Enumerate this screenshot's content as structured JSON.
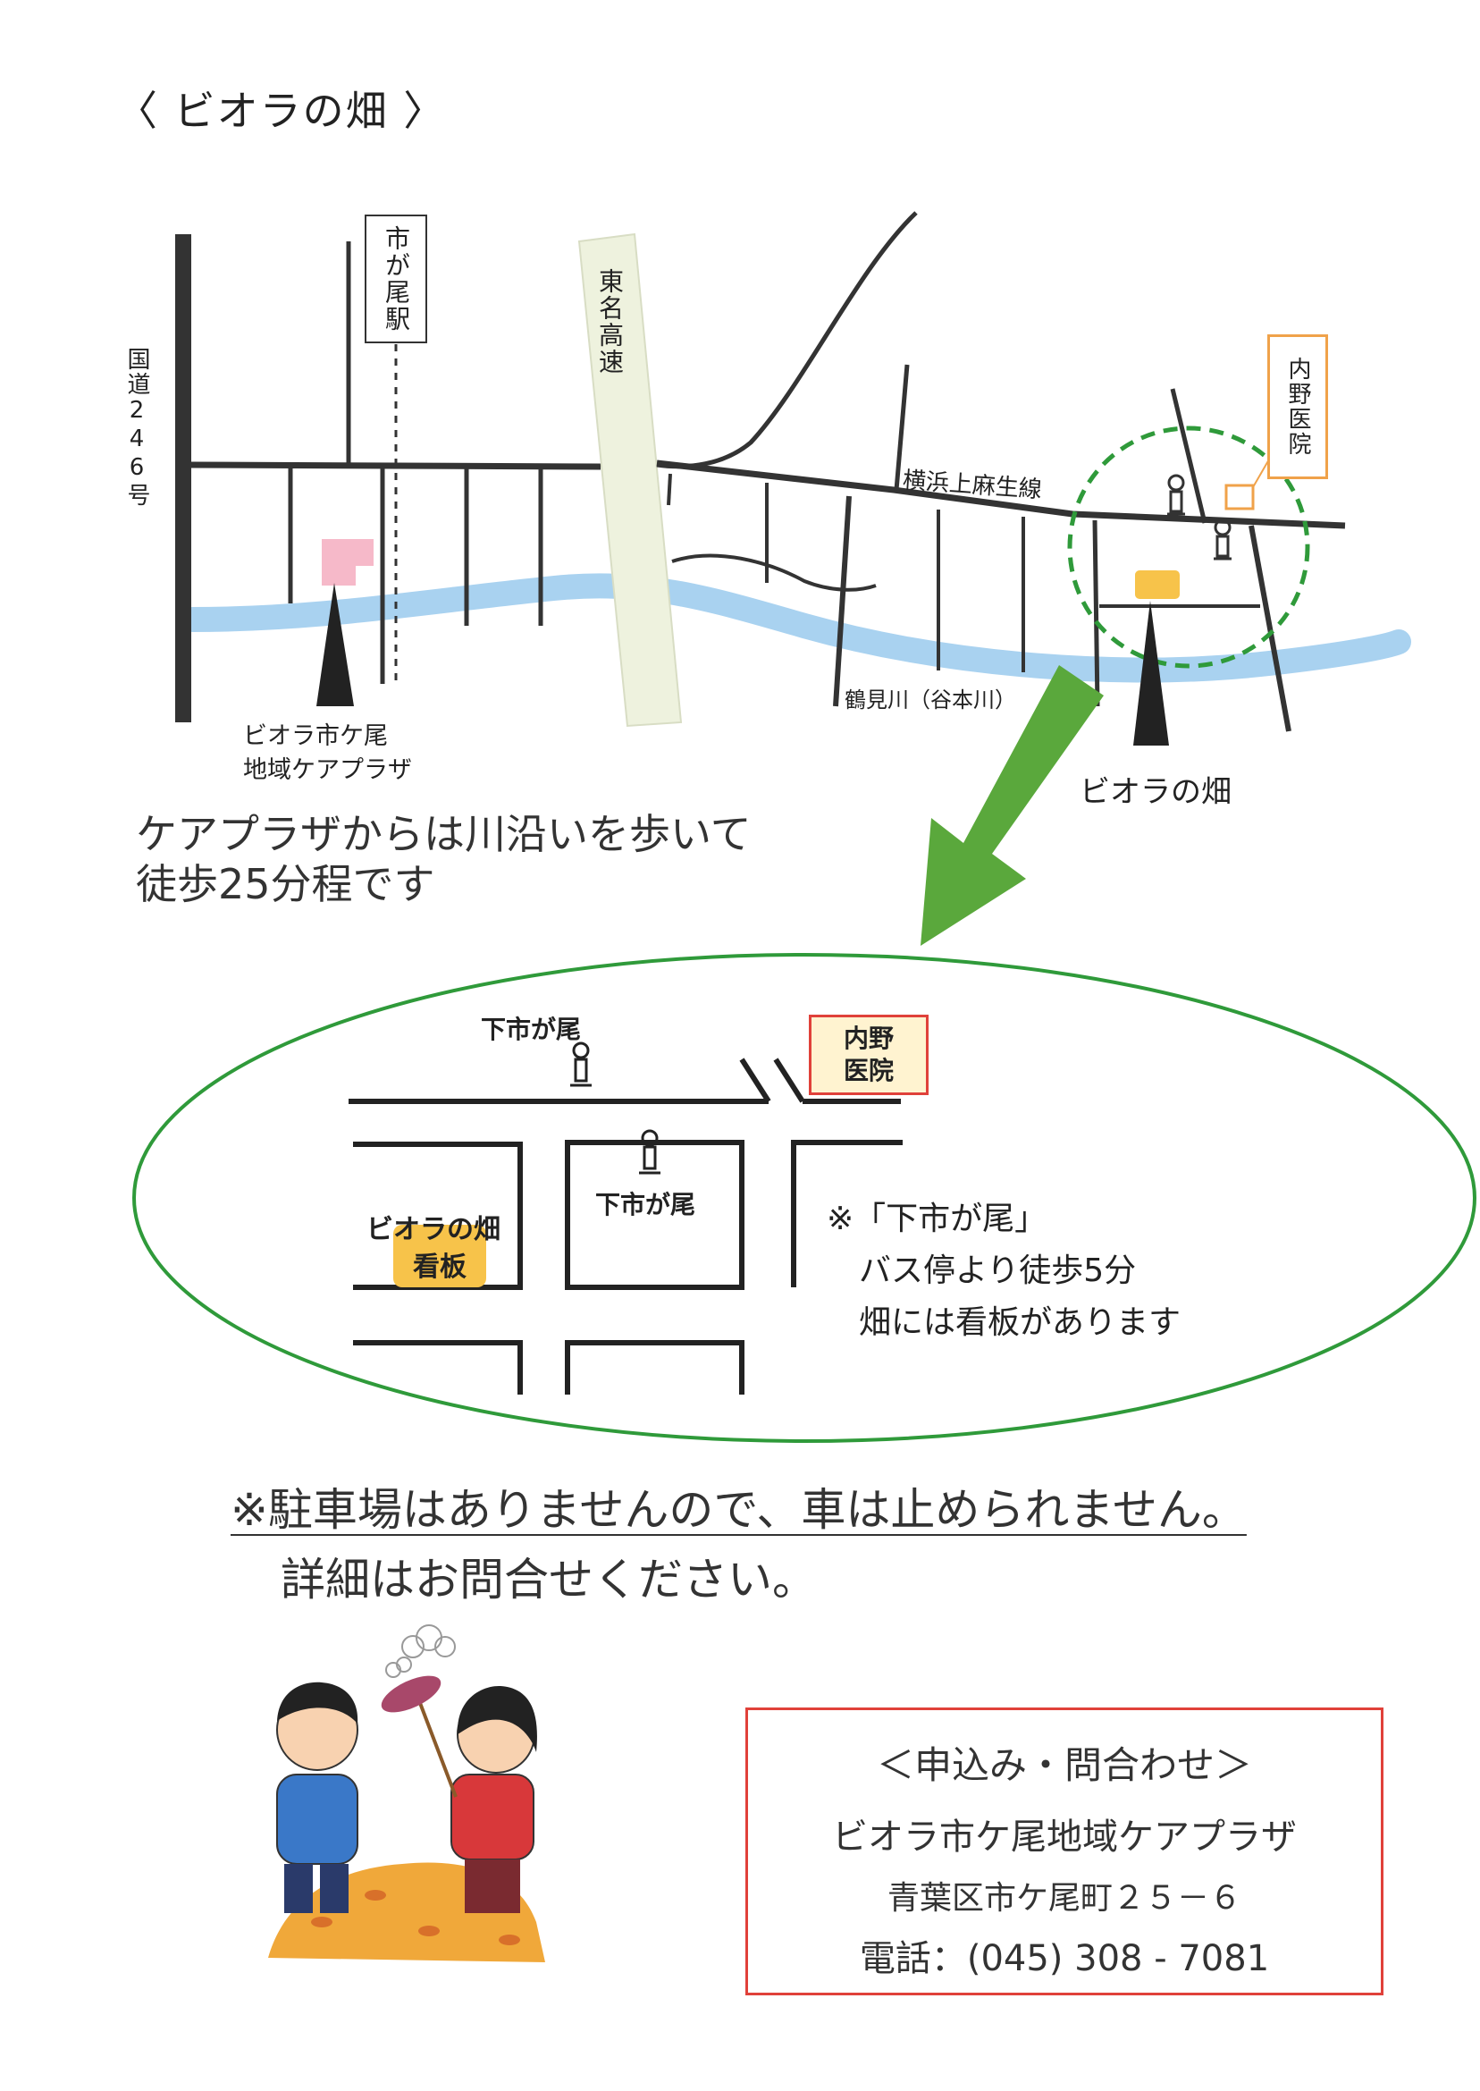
{
  "title": "〈 ビオラの畑 〉",
  "map": {
    "station": "市が尾駅",
    "highway": "東名高速",
    "route246": "国道246号",
    "road_yokohama": "横浜上麻生線",
    "river": "鶴見川（谷本川）",
    "clinic": "内野医院",
    "care_plaza": [
      "ビオラ市ケ尾",
      "地域ケアプラザ"
    ],
    "field": "ビオラの畑"
  },
  "walk_text": [
    "ケアプラザからは川沿いを歩いて",
    "徒歩25分程です"
  ],
  "inset": {
    "bus_stop_top": "下市が尾",
    "bus_stop_center": "下市が尾",
    "clinic_lines": [
      "内野",
      "医院"
    ],
    "field_sign_field": "ビオラの畑",
    "field_sign_sign": "看板",
    "note": "※「下市が尾」\n　バス停より徒歩5分\n　畑には看板があります"
  },
  "parking": {
    "line1": "※駐車場はありませんので、車は止められません。",
    "line2": "詳細はお問合せください。"
  },
  "contact": {
    "heading": "＜申込み・問合わせ＞",
    "name": "ビオラ市ケ尾地域ケアプラザ",
    "address": "青葉区市ケ尾町２５－６",
    "phone": "電話：(045) 308 - 7081"
  },
  "colors": {
    "river": "#a9d2f0",
    "dash_circle": "#2f9a3a",
    "arrow": "#5aa83c",
    "care_plaza": "#f6b9c9",
    "field": "#f7c34a",
    "clinic_border": "#f0a24a",
    "contact_border": "#e0413a"
  }
}
